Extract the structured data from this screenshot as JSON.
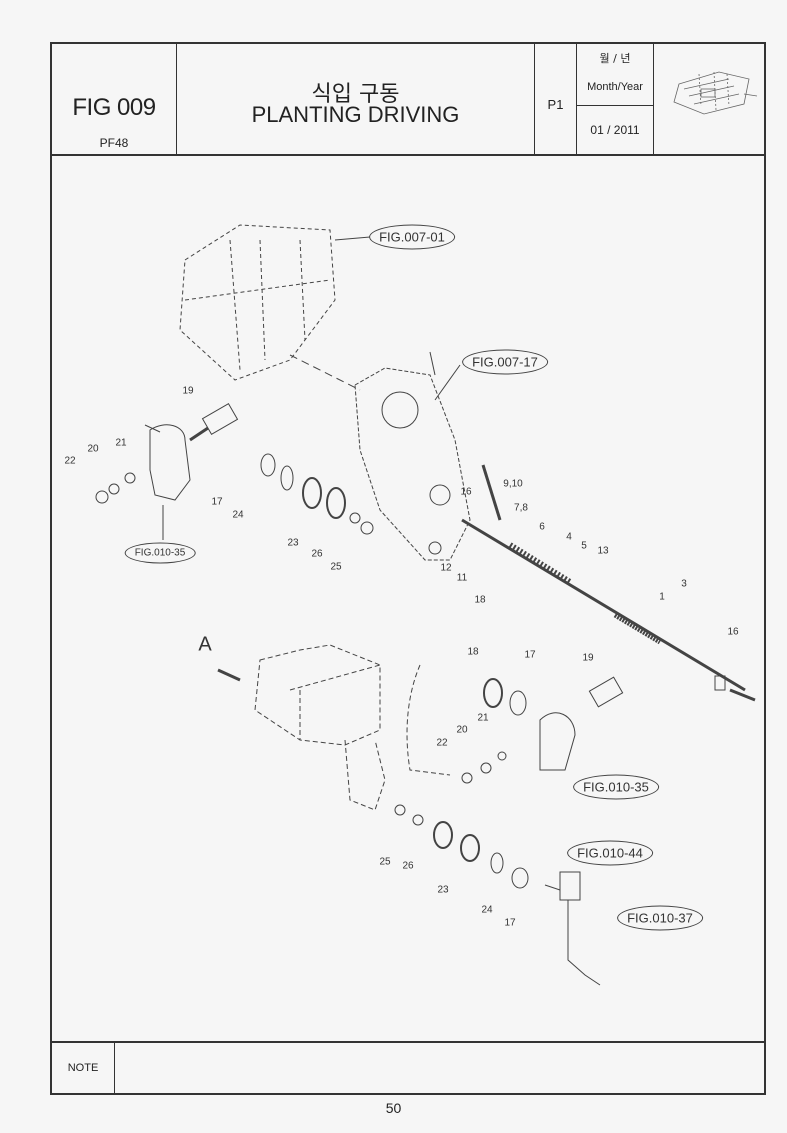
{
  "header": {
    "fig_number": "FIG 009",
    "model": "PF48",
    "title_korean": "식입 구동",
    "title_english": "PLANTING DRIVING",
    "page": "P1",
    "month_year_korean": "월 / 년",
    "month_year_label": "Month/Year",
    "date": "01 / 2011"
  },
  "callouts": [
    "FIG.007-01",
    "FIG.007-17",
    "FIG.010-35",
    "FIG.010-35",
    "FIG.010-44",
    "FIG.010-37"
  ],
  "labels": [
    "19",
    "22",
    "20",
    "21",
    "17",
    "24",
    "23",
    "26",
    "25",
    "16",
    "9,10",
    "7,8",
    "6",
    "4",
    "5",
    "13",
    "12",
    "11",
    "18",
    "3",
    "1",
    "16",
    "18",
    "17",
    "19",
    "21",
    "20",
    "22",
    "25",
    "26",
    "23",
    "24",
    "17"
  ],
  "arrow_label": "A",
  "note_label": "NOTE",
  "page_number": "50"
}
